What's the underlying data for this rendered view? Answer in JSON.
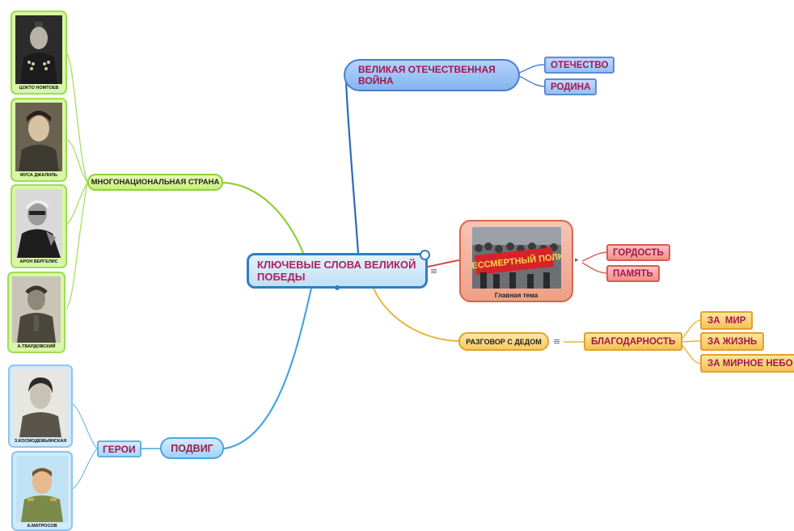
{
  "central": {
    "title": "КЛЮЧЕВЫЕ СЛОВА ВЕЛИКОЙ ПОБЕДЫ"
  },
  "war": {
    "title": "ВЕЛИКАЯ ОТЕЧЕСТВЕННАЯ ВОЙНА",
    "children": [
      "ОТЕЧЕСТВО",
      "РОДИНА"
    ]
  },
  "nations": {
    "title": "МНОГОНАЦИОНАЛЬНАЯ СТРАНА",
    "portraits": [
      "ЦОКТО НОМТОЕВ",
      "МУСА ДЖАЛИЛЬ",
      "АРОН ВЕРГЕЛИС",
      "А.ТВАРДОВСКИЙ"
    ]
  },
  "main_theme": {
    "caption": "Главная тема",
    "banner_text": "БЕССМЕРТНЫЙ ПОЛК",
    "children": [
      "ГОРДОСТЬ",
      "ПАМЯТЬ"
    ]
  },
  "grandfather": {
    "title": "РАЗГОВОР С ДЕДОМ",
    "gratitude": {
      "title": "БЛАГОДАРНОСТЬ",
      "children": [
        "ЗА  МИР",
        "ЗА ЖИЗНЬ",
        "ЗА МИРНОЕ НЕБО"
      ]
    }
  },
  "feat": {
    "title": "ПОДВИГ",
    "heroes_title": "ГЕРОИ",
    "portraits": [
      "З.КОСМОДЕМЬЯНСКАЯ",
      "А.МАТРОСОВ"
    ]
  },
  "icons": {
    "note_icon": "≡",
    "expand_icon": "▸"
  },
  "colors": {
    "center_border": "#2f7fc2",
    "blue_line": "#2b6cb8",
    "green_line": "#8fcf3a",
    "red_line": "#d6463d",
    "orange_line": "#eab53a",
    "cyan_line": "#45a6e0",
    "label_text": "#a3174f"
  }
}
